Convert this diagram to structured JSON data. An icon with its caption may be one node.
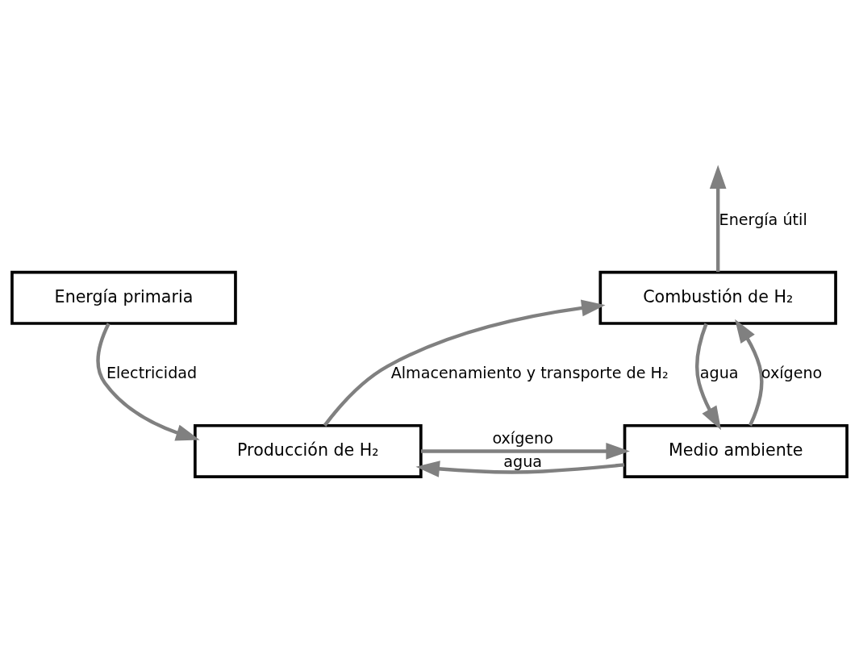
{
  "diagram": {
    "nodes": [
      {
        "text": [
          "Combustión de H₂"
        ]
      },
      {
        "text": [
          "Producción de H₂"
        ]
      },
      {
        "text": [
          "Medio ambiente"
        ]
      },
      {
        "text": [
          "Energía primaria"
        ]
      }
    ],
    "edges": [
      {
        "from": 0,
        "to": null,
        "arrow": "to",
        "label": "Energía útil"
      },
      {
        "from": 1,
        "to": 0,
        "arrow": "to",
        "label": "Almacenamiento y transporte de H₂"
      },
      {
        "from": 0,
        "to": 2,
        "arrow": "to",
        "label": "agua"
      },
      {
        "from": 2,
        "to": 0,
        "arrow": "to",
        "label": "oxígeno"
      },
      {
        "from": 2,
        "to": 1,
        "arrow": "to",
        "label": "agua"
      },
      {
        "from": 1,
        "to": 2,
        "arrow": "to",
        "label": "oxígeno"
      },
      {
        "from": 3,
        "to": 1,
        "arrow": "to",
        "label": "Electricidad"
      }
    ]
  }
}
